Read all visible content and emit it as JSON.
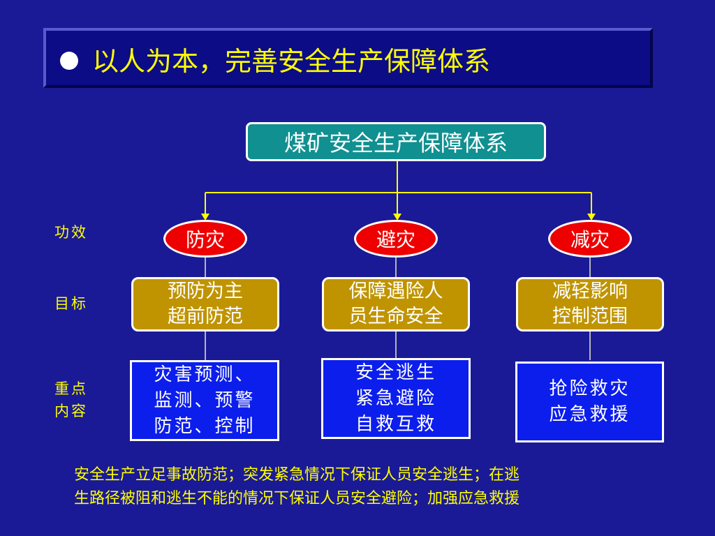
{
  "title": {
    "text": "以人为本，完善安全生产保障体系"
  },
  "root": {
    "label": "煤矿安全生产保障体系"
  },
  "row_labels": {
    "effect": "功效",
    "goal": "目标",
    "focus_line1": "重点",
    "focus_line2": "内容"
  },
  "branches": [
    {
      "effect": "防灾",
      "goal": [
        "预防为主",
        "超前防范"
      ],
      "focus": [
        "灾害预测、",
        "监测、预警",
        "防范、控制"
      ]
    },
    {
      "effect": "避灾",
      "goal": [
        "保障遇险人",
        "员生命安全"
      ],
      "focus": [
        "安全逃生",
        "紧急避险",
        "自救互救"
      ]
    },
    {
      "effect": "减灾",
      "goal": [
        "减轻影响",
        "控制范围"
      ],
      "focus": [
        "抢险救灾",
        "应急救援"
      ]
    }
  ],
  "summary": {
    "line1": "安全生产立足事故防范；突发紧急情况下保证人员安全逃生；在逃",
    "line2": "生路径被阻和逃生不能的情况下保证人员安全避险；加强应急救援"
  },
  "colors": {
    "background": "#1a1a96",
    "title_text": "#ffff00",
    "root_fill": "#109090",
    "effect_fill": "#ee0000",
    "goal_fill": "#c09400",
    "focus_fill": "#0c1eec",
    "connector_yellow": "#ffff00",
    "connector_light": "#e8e8c0"
  }
}
